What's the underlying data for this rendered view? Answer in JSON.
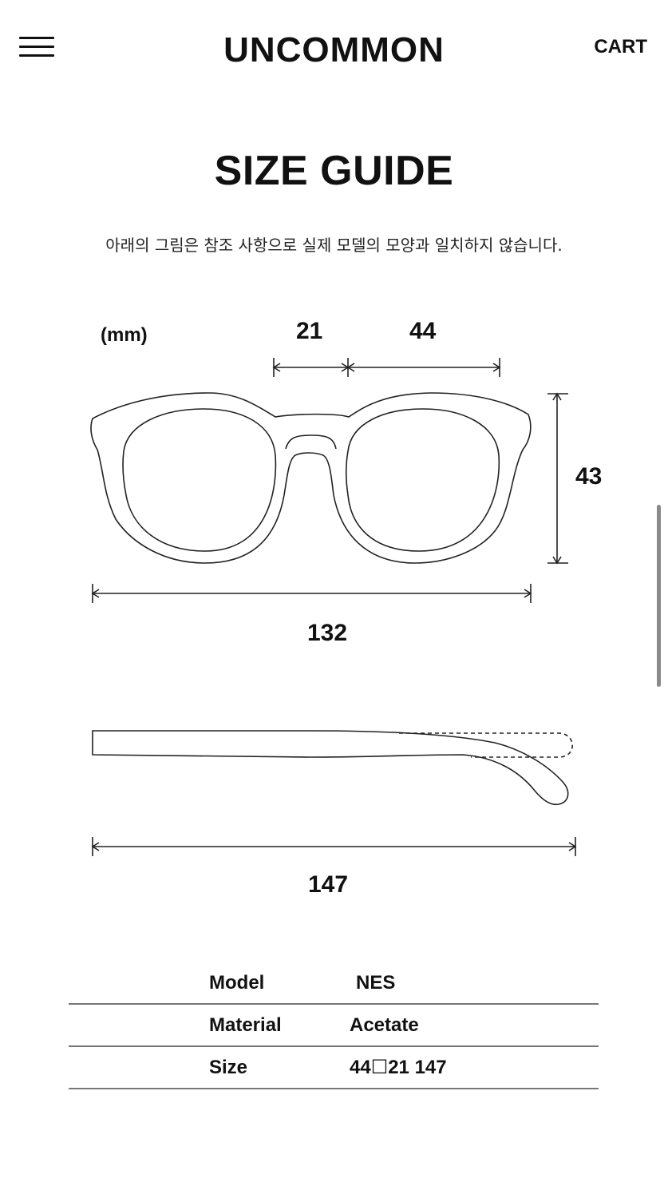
{
  "header": {
    "brand": "UNCOMMON",
    "cart_label": "CART",
    "menu_icon": "hamburger-menu-icon"
  },
  "page": {
    "title": "SIZE GUIDE",
    "notice": "아래의 그림은 참조 사항으로 실제 모델의 모양과 일치하지 않습니다."
  },
  "diagram": {
    "unit_label": "(mm)",
    "bridge_width": "21",
    "lens_width": "44",
    "lens_height": "43",
    "frame_width": "132",
    "temple_length": "147"
  },
  "specs": {
    "rows": [
      {
        "label": "Model",
        "value": "NES"
      },
      {
        "label": "Material",
        "value": "Acetate"
      },
      {
        "label": "Size",
        "value": "44☐21 147"
      }
    ]
  }
}
